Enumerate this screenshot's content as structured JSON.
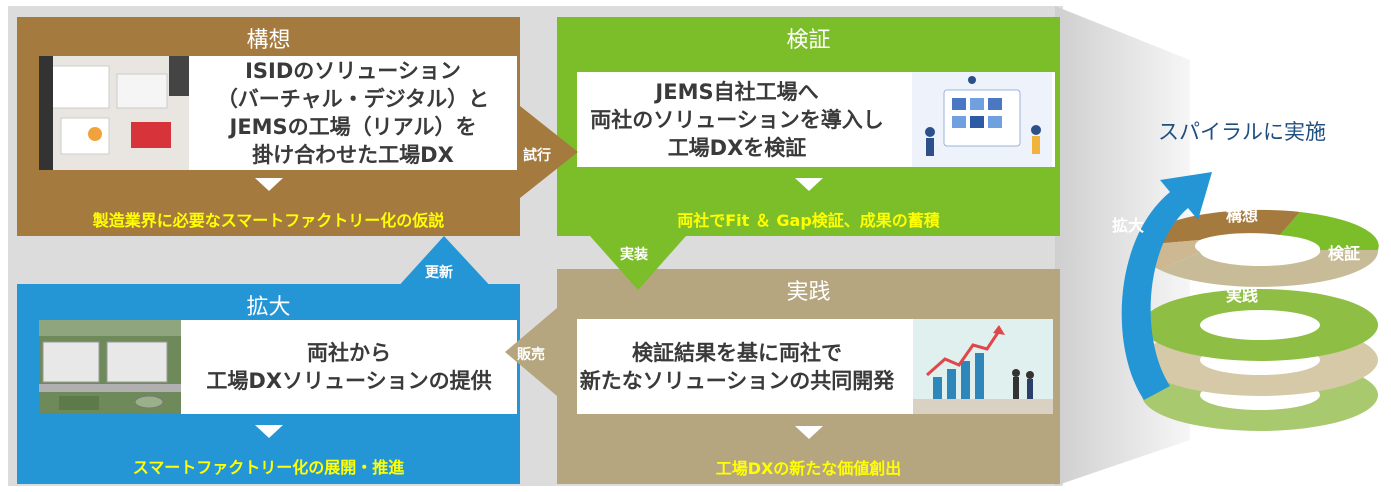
{
  "quadrants": {
    "plan": {
      "title": "構想",
      "text_lines": [
        "ISIDのソリューション",
        "（バーチャル・デジタル）と",
        "JEMSの工場（リアル）を",
        "掛け合わせた工場DX"
      ],
      "result": "製造業界に必要なスマートファクトリー化の仮説",
      "color": "#a57a3e"
    },
    "verify": {
      "title": "検証",
      "text_lines": [
        "JEMS自社工場へ",
        "両社のソリューションを導入し",
        "工場DXを検証"
      ],
      "result": "両社でFit ＆ Gap検証、成果の蓄積",
      "color": "#7cbe29"
    },
    "expand": {
      "title": "拡大",
      "text_lines": [
        "両社から",
        "工場DXソリューションの提供"
      ],
      "result": "スマートファクトリー化の展開・推進",
      "color": "#2496d6"
    },
    "practice": {
      "title": "実践",
      "text_lines": [
        "検証結果を基に両社で",
        "新たなソリューションの共同開発"
      ],
      "result": "工場DXの新たな価値創出",
      "color": "#b5a680"
    }
  },
  "arrows": {
    "trial": "試行",
    "implement": "実装",
    "sell": "販売",
    "update": "更新"
  },
  "spiral": {
    "title": "スパイラルに実施",
    "labels": {
      "expand": "拡大",
      "plan": "構想",
      "verify": "検証",
      "practice": "実践"
    }
  },
  "icons": [
    "meeting-photo-icon",
    "dashboard-illustration-icon",
    "factory-aerial-photo-icon",
    "growth-chart-illustration-icon",
    "spiral-diagram-icon"
  ]
}
